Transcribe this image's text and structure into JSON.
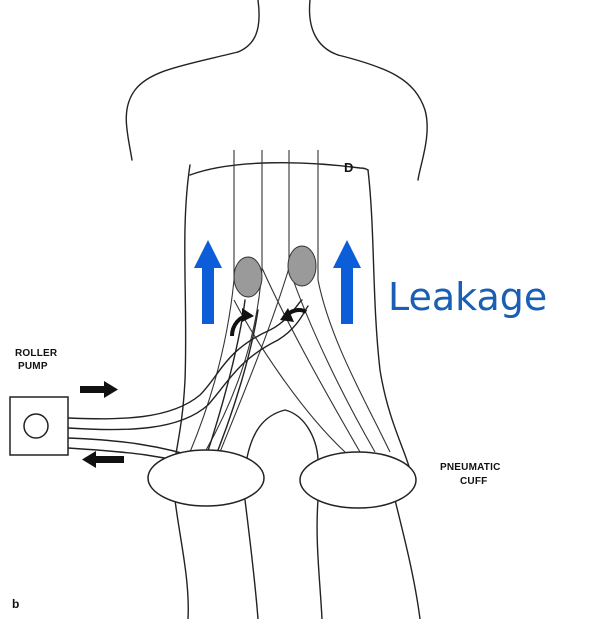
{
  "figure": {
    "panel_label": "b",
    "label_d": "D",
    "leakage_label": "Leakage",
    "roller_pump_label": [
      "ROLLER",
      "PUMP"
    ],
    "cuff_label": [
      "PNEUMATIC",
      "CUFF"
    ],
    "colors": {
      "leakage_arrow": "#0b5ed7",
      "leakage_text": "#1a5fb4",
      "line": "#222222",
      "organ": "#9a9a9a"
    },
    "icons": [
      "flow-out-arrow-icon",
      "flow-in-arrow-icon",
      "leakage-arrow-icon",
      "roller-pump-icon"
    ]
  }
}
